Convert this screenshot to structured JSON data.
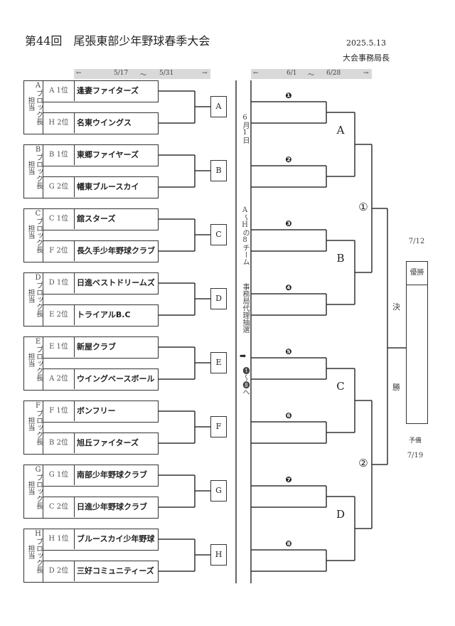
{
  "header": {
    "title": "第44回　尾張東部少年野球春季大会",
    "date": "2025.5.13",
    "issuer": "大会事務局長"
  },
  "period_left": {
    "arrow_left": "←",
    "start": "5/17",
    "tilde": "〜",
    "end": "5/31",
    "arrow_right": "→"
  },
  "period_right": {
    "arrow_left": "←",
    "start": "6/1",
    "tilde": "〜",
    "end": "6/28",
    "arrow_right": "→"
  },
  "blocks": [
    {
      "letter": "A",
      "role": "ブロック長",
      "duty": "担当",
      "box": "A",
      "teams": [
        {
          "rank": "A 1位",
          "name": "逢妻ファイターズ"
        },
        {
          "rank": "H 2位",
          "name": "名東ウイングス"
        }
      ]
    },
    {
      "letter": "B",
      "role": "ブロック長",
      "duty": "担当",
      "box": "B",
      "teams": [
        {
          "rank": "B 1位",
          "name": "東郷ファイヤーズ"
        },
        {
          "rank": "G 2位",
          "name": "幡東ブルースカイ"
        }
      ]
    },
    {
      "letter": "C",
      "role": "ブロック長",
      "duty": "担当",
      "box": "C",
      "teams": [
        {
          "rank": "C 1位",
          "name": "舘スターズ"
        },
        {
          "rank": "F 2位",
          "name": "長久手少年野球クラブ"
        }
      ]
    },
    {
      "letter": "D",
      "role": "ブロック長",
      "duty": "担当",
      "box": "D",
      "teams": [
        {
          "rank": "D 1位",
          "name": "日進ベストドリームズ"
        },
        {
          "rank": "E 2位",
          "name": "トライアルB.C"
        }
      ]
    },
    {
      "letter": "E",
      "role": "ブロック長",
      "duty": "担当",
      "box": "E",
      "teams": [
        {
          "rank": "E 1位",
          "name": "新屋クラブ"
        },
        {
          "rank": "A 2位",
          "name": "ウイングベースボール"
        }
      ]
    },
    {
      "letter": "F",
      "role": "ブロック長",
      "duty": "担当",
      "box": "F",
      "teams": [
        {
          "rank": "F 1位",
          "name": "ボンフリー"
        },
        {
          "rank": "B 2位",
          "name": "旭丘ファイターズ"
        }
      ]
    },
    {
      "letter": "G",
      "role": "ブロック長",
      "duty": "担当",
      "box": "G",
      "teams": [
        {
          "rank": "G 1位",
          "name": "南部少年野球クラブ"
        },
        {
          "rank": "C 2位",
          "name": "日進少年野球クラブ"
        }
      ]
    },
    {
      "letter": "H",
      "role": "ブロック長",
      "duty": "担当",
      "box": "H",
      "teams": [
        {
          "rank": "H 1位",
          "name": "ブルースカイ少年野球"
        },
        {
          "rank": "D 2位",
          "name": "三好コミュニティーズ"
        }
      ]
    }
  ],
  "center_note": {
    "date": "6月1日",
    "draw": "A〜Hの8チーム",
    "office": "事務局代理抽選",
    "arrow": "➡",
    "target": "❶〜❽へ"
  },
  "slots": [
    "❶",
    "❷",
    "❸",
    "❹",
    "❺",
    "❻",
    "❼",
    "❽"
  ],
  "groups": [
    "A",
    "B",
    "C",
    "D"
  ],
  "semis": [
    "①",
    "②"
  ],
  "final": {
    "date": "7/12",
    "champion_label": "優勝",
    "label_top": "決",
    "label_bottom": "勝",
    "reserve_label": "予備",
    "reserve_date": "7/19"
  }
}
